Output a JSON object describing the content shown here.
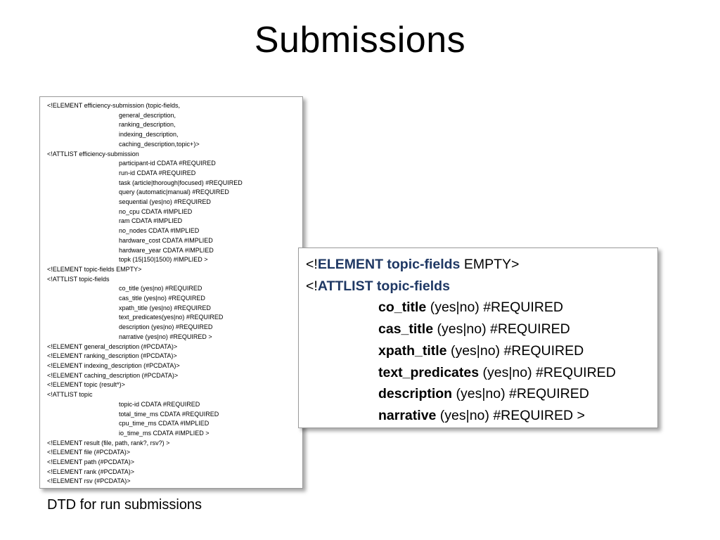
{
  "title": "Submissions",
  "caption": "DTD for run submissions",
  "dtd_lines": [
    {
      "indent": false,
      "text": "<!ELEMENT efficiency-submission (topic-fields,"
    },
    {
      "indent": true,
      "text": "general_description,"
    },
    {
      "indent": true,
      "text": "ranking_description,"
    },
    {
      "indent": true,
      "text": "indexing_description,"
    },
    {
      "indent": true,
      "text": "caching_description,topic+)>"
    },
    {
      "indent": false,
      "text": "<!ATTLIST efficiency-submission"
    },
    {
      "indent": true,
      "text": "participant-id CDATA #REQUIRED"
    },
    {
      "indent": true,
      "text": "run-id CDATA #REQUIRED"
    },
    {
      "indent": true,
      "text": "task (article|thorough|focused) #REQUIRED"
    },
    {
      "indent": true,
      "text": "query (automatic|manual) #REQUIRED"
    },
    {
      "indent": true,
      "text": "sequential (yes|no) #REQUIRED"
    },
    {
      "indent": true,
      "text": "no_cpu CDATA #IMPLIED"
    },
    {
      "indent": true,
      "text": "ram CDATA #IMPLIED"
    },
    {
      "indent": true,
      "text": "no_nodes CDATA #IMPLIED"
    },
    {
      "indent": true,
      "text": "hardware_cost CDATA #IMPLIED"
    },
    {
      "indent": true,
      "text": "hardware_year CDATA #IMPLIED"
    },
    {
      "indent": true,
      "text": "topk (15|150|1500) #IMPLIED >"
    },
    {
      "indent": false,
      "text": "<!ELEMENT topic-fields EMPTY>"
    },
    {
      "indent": false,
      "text": "<!ATTLIST topic-fields"
    },
    {
      "indent": true,
      "text": "co_title (yes|no) #REQUIRED"
    },
    {
      "indent": true,
      "text": "cas_title (yes|no) #REQUIRED"
    },
    {
      "indent": true,
      "text": "xpath_title (yes|no) #REQUIRED"
    },
    {
      "indent": true,
      "text": "text_predicates(yes|no) #REQUIRED"
    },
    {
      "indent": true,
      "text": "description (yes|no) #REQUIRED"
    },
    {
      "indent": true,
      "text": "narrative (yes|no) #REQUIRED >"
    },
    {
      "indent": false,
      "text": "<!ELEMENT general_description (#PCDATA)>"
    },
    {
      "indent": false,
      "text": "<!ELEMENT ranking_description (#PCDATA)>"
    },
    {
      "indent": false,
      "text": "<!ELEMENT indexing_description (#PCDATA)>"
    },
    {
      "indent": false,
      "text": "<!ELEMENT caching_description (#PCDATA)>"
    },
    {
      "indent": false,
      "text": "<!ELEMENT topic (result*)>"
    },
    {
      "indent": false,
      "text": "<!ATTLIST topic"
    },
    {
      "indent": true,
      "text": "topic-id CDATA #REQUIRED"
    },
    {
      "indent": true,
      "text": "total_time_ms CDATA #REQUIRED"
    },
    {
      "indent": true,
      "text": "cpu_time_ms CDATA #IMPLIED"
    },
    {
      "indent": true,
      "text": "io_time_ms CDATA #IMPLIED >"
    },
    {
      "indent": false,
      "text": "<!ELEMENT result (file, path, rank?, rsv?) >"
    },
    {
      "indent": false,
      "text": "<!ELEMENT file (#PCDATA)>"
    },
    {
      "indent": false,
      "text": "<!ELEMENT path (#PCDATA)>"
    },
    {
      "indent": false,
      "text": "<!ELEMENT rank (#PCDATA)>"
    },
    {
      "indent": false,
      "text": "<!ELEMENT rsv (#PCDATA)>"
    }
  ],
  "zoom": {
    "element_prefix": "<!",
    "element_keyword": "ELEMENT topic-fields",
    "element_suffix": " EMPTY>",
    "attlist_prefix": "<!",
    "attlist_keyword": "ATTLIST topic-fields",
    "attributes": [
      {
        "name": "co_title",
        "rest": " (yes|no) #REQUIRED"
      },
      {
        "name": "cas_title",
        "rest": " (yes|no) #REQUIRED"
      },
      {
        "name": "xpath_title",
        "rest": " (yes|no) #REQUIRED"
      },
      {
        "name": "text_predicates",
        "rest": " (yes|no) #REQUIRED"
      },
      {
        "name": "description",
        "rest": " (yes|no) #REQUIRED"
      },
      {
        "name": "narrative",
        "rest": " (yes|no) #REQUIRED >"
      }
    ]
  },
  "colors": {
    "keyword": "#1f3864",
    "box_border": "#9a9a9a"
  }
}
